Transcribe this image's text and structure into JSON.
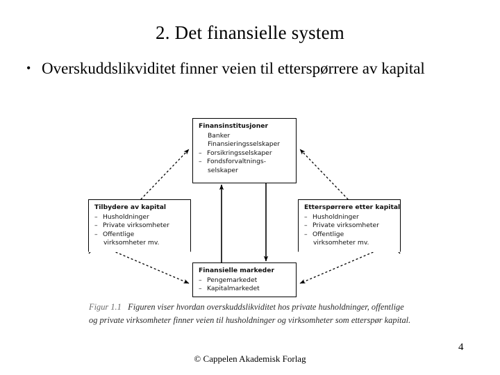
{
  "slide": {
    "title": "2. Det finansielle system",
    "page_number": "4",
    "footer_credit": "© Cappelen Akademisk Forlag",
    "bullets": [
      {
        "marker": "•",
        "text": "Overskuddslikviditet finner veien til  etterspørrere av kapital"
      }
    ]
  },
  "figure": {
    "caption_label": "Figur 1.1",
    "caption_text": "Figuren viser hvordan overskuddslikviditet hos private husholdninger, offentlige og private virksomheter finner veien til husholdninger og virksomheter som etterspør kapital.",
    "boxes": {
      "institutions": {
        "title": "Finansinstitusjoner",
        "items": [
          {
            "style": "plain",
            "label": "Banker"
          },
          {
            "style": "plain",
            "label": "Finansieringsselskaper"
          },
          {
            "style": "dash",
            "label": "Forsikringsselskaper"
          },
          {
            "style": "dash",
            "label": "Fondsforvaltnings-"
          },
          {
            "style": "cont",
            "label": "selskaper"
          }
        ]
      },
      "suppliers": {
        "title": "Tilbydere av kapital",
        "items": [
          {
            "style": "dash",
            "label": "Husholdninger"
          },
          {
            "style": "dash",
            "label": "Private virksomheter"
          },
          {
            "style": "dash",
            "label": "Offentlige"
          },
          {
            "style": "cont",
            "label": "virksomheter mv."
          }
        ]
      },
      "demanders": {
        "title": "Etterspørrere etter kapital",
        "items": [
          {
            "style": "dash",
            "label": "Husholdninger"
          },
          {
            "style": "dash",
            "label": "Private virksomheter"
          },
          {
            "style": "dash",
            "label": "Offentlige"
          },
          {
            "style": "cont",
            "label": "virksomheter mv."
          }
        ]
      },
      "markets": {
        "title": "Finansielle markeder",
        "items": [
          {
            "style": "dash",
            "label": "Pengemarkedet"
          },
          {
            "style": "dash",
            "label": "Kapitalmarkedet"
          }
        ]
      }
    },
    "colors": {
      "line": "#000000",
      "box_border": "#000000",
      "background": "#ffffff"
    }
  }
}
